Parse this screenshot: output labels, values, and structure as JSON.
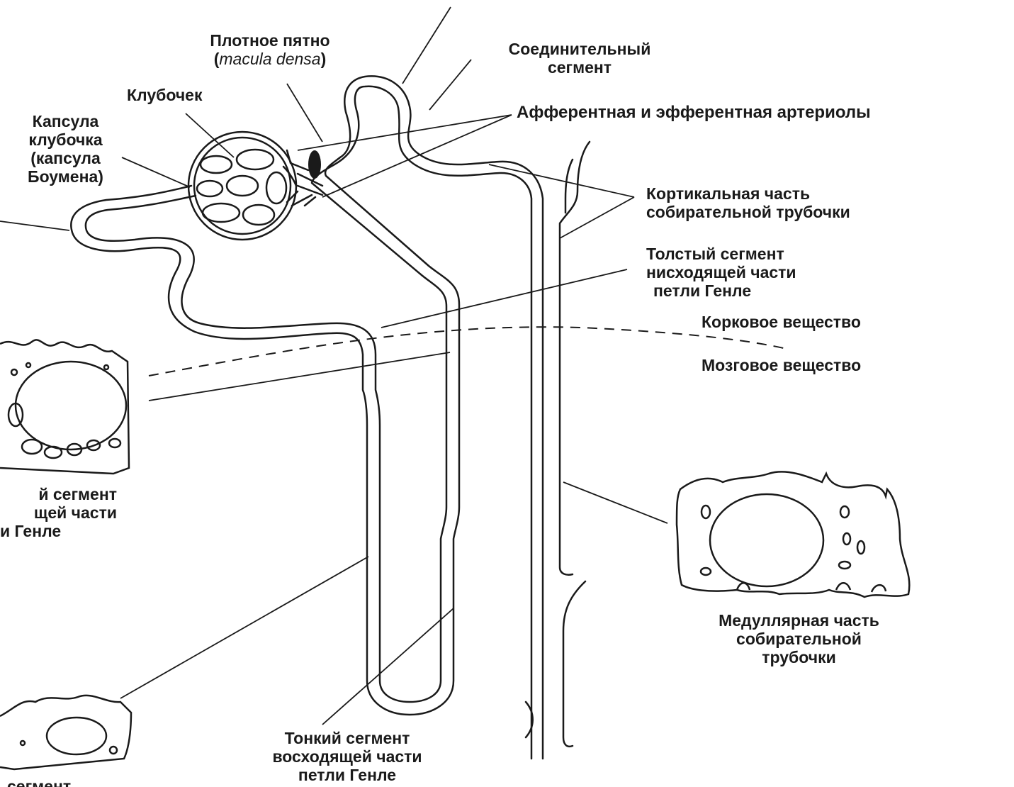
{
  "labels": {
    "macula_densa": {
      "line1": "Плотное пятно",
      "line2_pre": "(",
      "line2_italic": "macula densa",
      "line2_post": ")"
    },
    "connecting_segment": {
      "line1": "Соединительный",
      "line2": "сегмент"
    },
    "glomerulus": "Клубочек",
    "bowman_capsule": {
      "line1": "Капсула",
      "line2": "клубочка",
      "line3": "(капсула",
      "line4": "Боумена)"
    },
    "arterioles": "Афферентная и эфферентная артериолы",
    "cortical_collecting_duct": {
      "line1": "Кортикальная часть",
      "line2": "собирательной трубочки"
    },
    "thick_descending": {
      "line1": "Толстый сегмент",
      "line2": "нисходящей части",
      "line3": "петли Генле"
    },
    "cortex": "Корковое вещество",
    "medulla": "Мозговое вещество",
    "thick_ascending_cut": {
      "line1": "й сегмент",
      "line2": "щей части",
      "line3": "и Генле"
    },
    "medullary_collecting_duct": {
      "line1": "Медуллярная часть",
      "line2": "собирательной",
      "line3": "трубочки"
    },
    "thin_ascending": {
      "line1": "Тонкий сегмент",
      "line2": "восходящей части",
      "line3": "петли Генле"
    },
    "bottom_cut": "сегмент"
  },
  "colors": {
    "ink": "#1a1a1a",
    "background": "#ffffff"
  }
}
